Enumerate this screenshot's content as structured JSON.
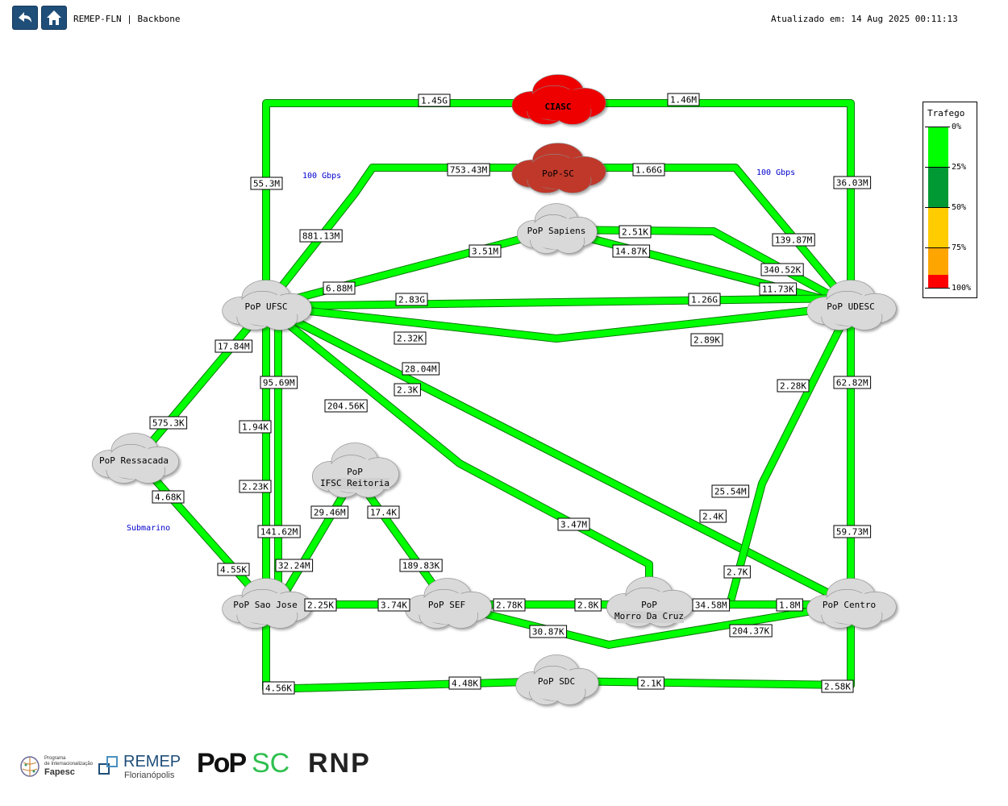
{
  "header": {
    "title": "REMEP-FLN | Backbone",
    "updated": "Atualizado em: 14 Aug 2025 00:11:13",
    "back_icon": "back-arrow-icon",
    "home_icon": "home-icon"
  },
  "colors": {
    "link": "#00ff00",
    "link_stroke": "#0a7a0a",
    "ciasc": "#ee0000",
    "popsc": "#c0392b",
    "cloud": "#d9d9d9"
  },
  "annotations": {
    "ufsc_100g": "100 Gbps",
    "udesc_100g": "100 Gbps",
    "submarino": "Submarino"
  },
  "nodes": {
    "ciasc": "CIASC",
    "popsc": "PoP-SC",
    "sapiens": "PoP Sapiens",
    "ufsc": "PoP UFSC",
    "udesc": "PoP UDESC",
    "ressacada": "PoP Ressacada",
    "ifsc_1": "PoP",
    "ifsc_2": "IFSC Reitoria",
    "saojose": "PoP Sao Jose",
    "sef": "PoP SEF",
    "morro_1": "PoP",
    "morro_2": "Morro Da Cruz",
    "centro": "PoP Centro",
    "sdc": "PoP SDC"
  },
  "labels": {
    "l1": "1.45G",
    "l2": "1.46M",
    "l3": "55.3M",
    "l4": "36.03M",
    "l5": "753.43M",
    "l6": "1.66G",
    "l7": "881.13M",
    "l8": "139.87M",
    "l9": "2.51K",
    "l10": "3.51M",
    "l11": "14.87K",
    "l12": "340.52K",
    "l13": "6.88M",
    "l14": "11.73K",
    "l15": "2.83G",
    "l16": "1.26G",
    "l17": "2.32K",
    "l18": "2.89K",
    "l19": "17.84M",
    "l20": "28.04M",
    "l21": "2.3K",
    "l22": "95.69M",
    "l23": "204.56K",
    "l24": "575.3K",
    "l25": "1.94K",
    "l26": "2.28K",
    "l27": "62.82M",
    "l28": "4.68K",
    "l29": "2.23K",
    "l30": "29.46M",
    "l31": "17.4K",
    "l32": "25.54M",
    "l33": "2.4K",
    "l34": "3.47M",
    "l35": "141.62M",
    "l36": "59.73M",
    "l37": "32.24M",
    "l38": "189.83K",
    "l39": "4.55K",
    "l40": "2.7K",
    "l41": "2.25K",
    "l42": "3.74K",
    "l43": "2.78K",
    "l44": "2.8K",
    "l45": "34.58M",
    "l46": "1.8M",
    "l47": "30.87K",
    "l48": "204.37K",
    "l49": "4.56K",
    "l50": "4.48K",
    "l51": "2.1K",
    "l52": "2.58K"
  },
  "legend": {
    "title": "Trafego",
    "ticks": [
      "0%",
      "25%",
      "50%",
      "75%",
      "100%"
    ],
    "bands": [
      {
        "from": 0,
        "to": 25,
        "color": "#00ff00"
      },
      {
        "from": 25,
        "to": 50,
        "color": "#009933"
      },
      {
        "from": 50,
        "to": 75,
        "color": "#ffcc00"
      },
      {
        "from": 75,
        "to": 92,
        "color": "#ffa500"
      },
      {
        "from": 92,
        "to": 100,
        "color": "#ff0000"
      }
    ]
  },
  "footer": {
    "fapesc_1": "Programa",
    "fapesc_2": "de Internacionalização",
    "fapesc_3": "Fapesc",
    "remep_1": "REMEP",
    "remep_2": "Florianópolis",
    "popsc_a": "PoP",
    "popsc_b": "SC",
    "rnp": "RNP"
  }
}
